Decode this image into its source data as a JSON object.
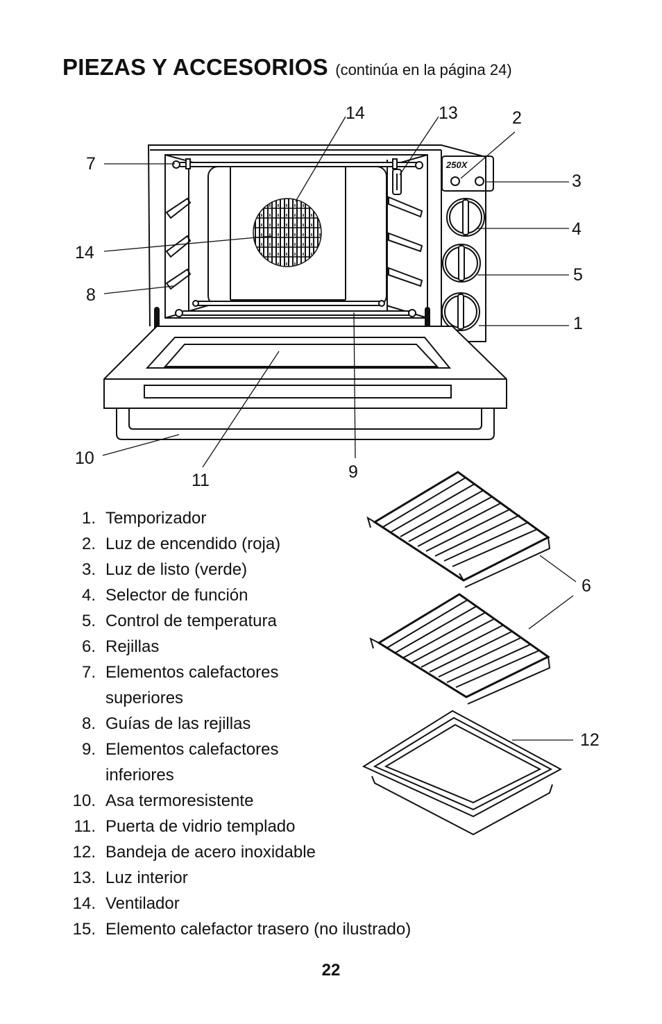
{
  "heading": {
    "title": "PIEZAS Y ACCESORIOS",
    "subtitle": "(continúa en la página 24)"
  },
  "logo": {
    "text": "250X"
  },
  "callouts": {
    "c1": "1",
    "c2": "2",
    "c3": "3",
    "c4": "4",
    "c5": "5",
    "c6": "6",
    "c7": "7",
    "c8": "8",
    "c9": "9",
    "c10": "10",
    "c11": "11",
    "c12": "12",
    "c13": "13",
    "c14_top": "14",
    "c14_left": "14"
  },
  "parts": [
    {
      "num": "1.",
      "label": "Temporizador"
    },
    {
      "num": "2.",
      "label": "Luz de encendido (roja)"
    },
    {
      "num": "3.",
      "label": "Luz de listo (verde)"
    },
    {
      "num": "4.",
      "label": "Selector de función"
    },
    {
      "num": "5.",
      "label": "Control de temperatura"
    },
    {
      "num": "6.",
      "label": "Rejillas"
    },
    {
      "num": "7.",
      "label": "Elementos calefactores superiores"
    },
    {
      "num": "8.",
      "label": "Guías de las rejillas"
    },
    {
      "num": "9.",
      "label": "Elementos calefactores inferiores"
    },
    {
      "num": "10.",
      "label": "Asa termoresistente"
    },
    {
      "num": "11.",
      "label": "Puerta de vidrio templado"
    },
    {
      "num": "12.",
      "label": "Bandeja de acero inoxidable"
    },
    {
      "num": "13.",
      "label": "Luz interior"
    },
    {
      "num": "14.",
      "label": "Ventilador"
    },
    {
      "num": "15.",
      "label": "Elemento calefactor trasero (no ilustrado)"
    }
  ],
  "page_number": "22"
}
